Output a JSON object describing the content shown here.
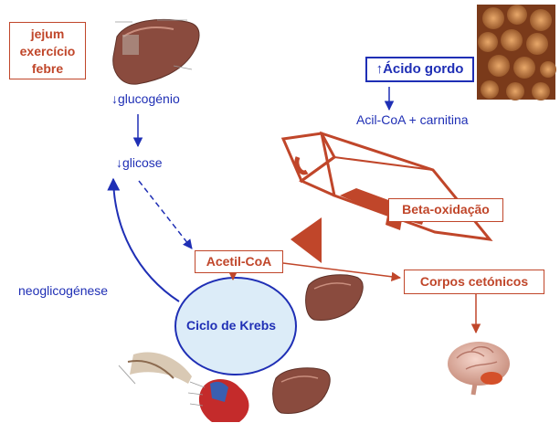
{
  "conditions": [
    "jejum",
    "exercício",
    "febre"
  ],
  "acido_gordo": "↑Ácido gordo",
  "acil_coa": "Acil-CoA + carnitina",
  "glucogenio": "↓glucogénio",
  "glicose": "↓glicose",
  "beta_oxidacao": "Beta-oxidação",
  "acetil_coa": "Acetil-CoA",
  "corpos_cetonicos": "Corpos cetónicos",
  "neoglicogenese": "neoglicogénese",
  "ciclo_krebs": "Ciclo de Krebs",
  "colors": {
    "orange": "#c0462a",
    "blue": "#1f2fb5",
    "circle_fill": "#dcecf8",
    "liver": "#8a4b3e"
  },
  "icons": [
    "liver-image",
    "fat-tissue-image",
    "fat-acid-diagram",
    "brain-image",
    "heart-image",
    "muscle-image"
  ]
}
